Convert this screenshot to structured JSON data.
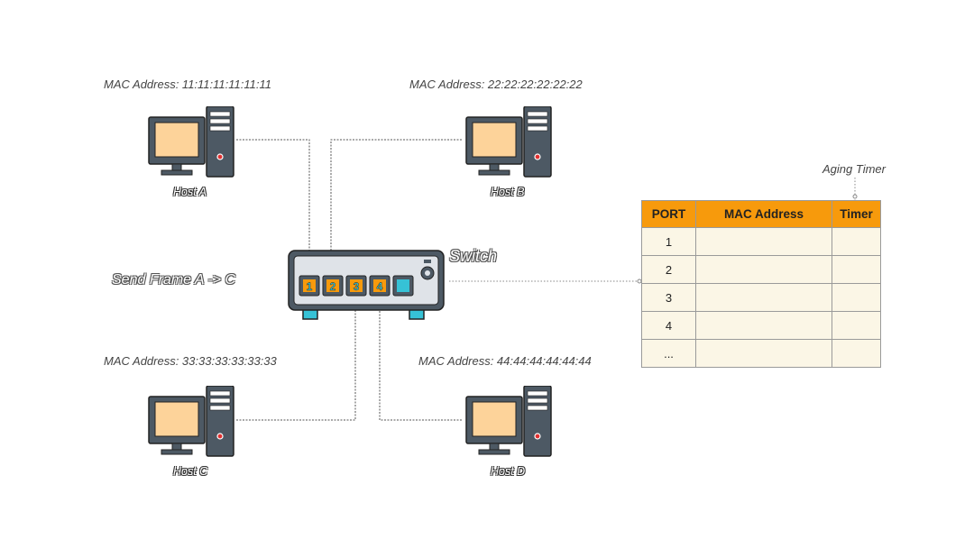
{
  "hosts": {
    "a": {
      "mac": "MAC Address: 11:11:11:11:11:11",
      "name": "Host A"
    },
    "b": {
      "mac": "MAC Address: 22:22:22:22:22:22",
      "name": "Host B"
    },
    "c": {
      "mac": "MAC Address: 33:33:33:33:33:33",
      "name": "Host C"
    },
    "d": {
      "mac": "MAC Address: 44:44:44:44:44:44",
      "name": "Host D"
    }
  },
  "switch": {
    "label": "Switch",
    "ports": [
      "1",
      "2",
      "3",
      "4"
    ]
  },
  "send_frame": "Send Frame A -> C",
  "aging_timer_label": "Aging Timer",
  "table": {
    "headers": [
      "PORT",
      "MAC Address",
      "Timer"
    ],
    "rows": [
      [
        "1",
        "",
        ""
      ],
      [
        "2",
        "",
        ""
      ],
      [
        "3",
        "",
        ""
      ],
      [
        "4",
        "",
        ""
      ],
      [
        "...",
        "",
        ""
      ]
    ]
  },
  "colors": {
    "header": "#f79a0c",
    "cell": "#fbf6e6",
    "port": "#f79a0c",
    "screen": "#fdd39a",
    "device": "#4d5964"
  }
}
